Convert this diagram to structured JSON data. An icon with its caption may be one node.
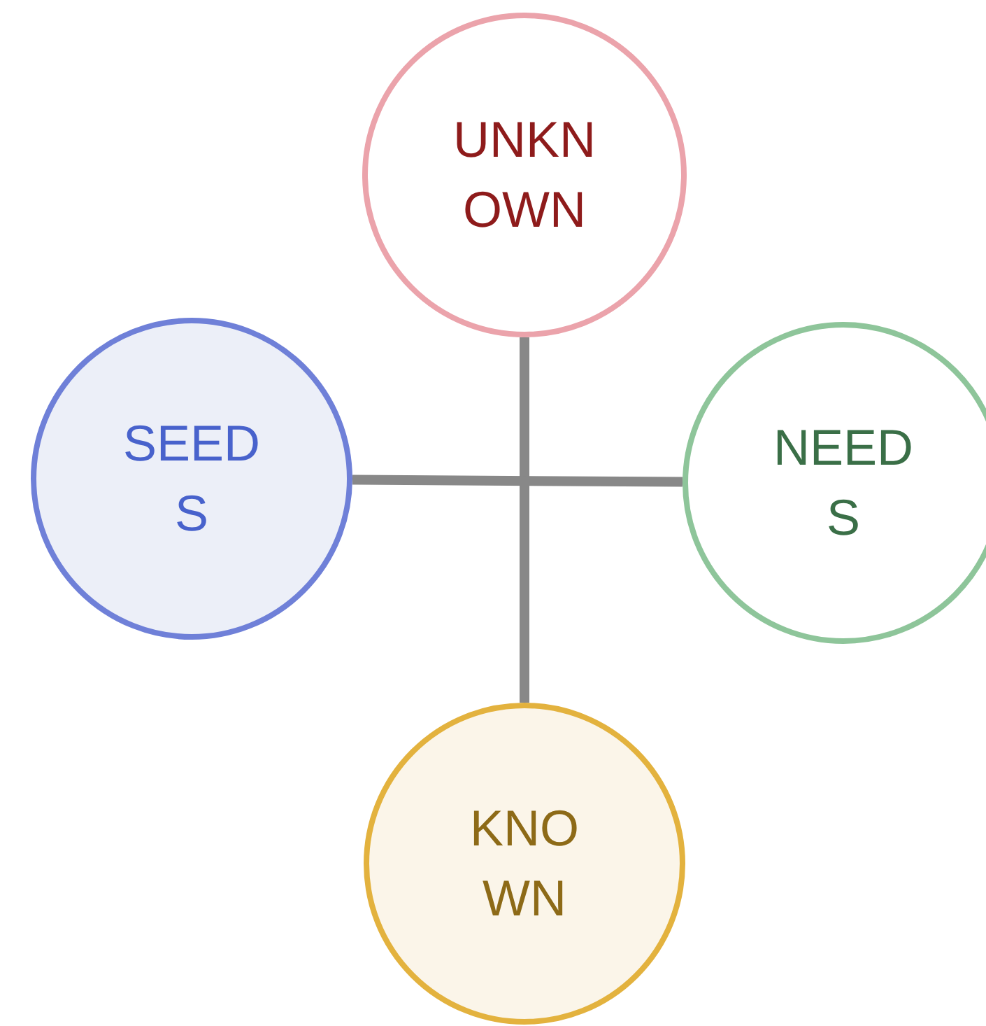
{
  "diagram": {
    "nodes": [
      {
        "text": [
          "UNKNOWN"
        ]
      },
      {
        "text": [
          "SEEDS"
        ]
      },
      {
        "text": [
          "NEEDS"
        ]
      },
      {
        "text": [
          "KNOWN"
        ]
      }
    ],
    "edges": [
      {
        "from": 0,
        "to": 3,
        "arrow": "none"
      },
      {
        "from": 1,
        "to": 2,
        "arrow": "none"
      }
    ]
  }
}
